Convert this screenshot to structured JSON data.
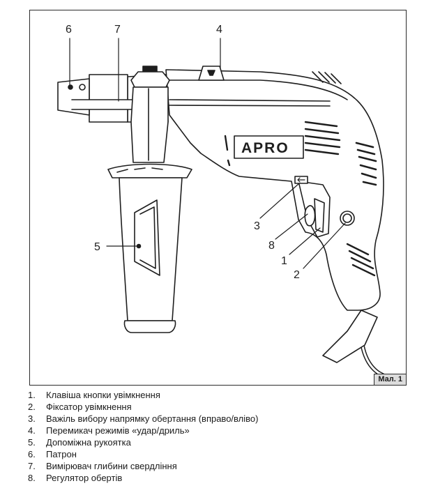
{
  "figure": {
    "caption": "Мал. 1",
    "brand": "APRO",
    "callouts": [
      "6",
      "7",
      "4",
      "3",
      "8",
      "1",
      "2",
      "5"
    ]
  },
  "legend": [
    {
      "num": "1.",
      "text": "Клавіша кнопки увімкнення"
    },
    {
      "num": "2.",
      "text": "Фіксатор увімкнення"
    },
    {
      "num": "3.",
      "text": "Важіль вибору напрямку обертання (вправо/вліво)"
    },
    {
      "num": "4.",
      "text": "Перемикач режимів «удар/дриль»"
    },
    {
      "num": "5.",
      "text": "Допоміжна рукоятка"
    },
    {
      "num": "6.",
      "text": "Патрон"
    },
    {
      "num": "7.",
      "text": "Вимірювач глибини свердління"
    },
    {
      "num": "8.",
      "text": "Регулятор обертів"
    }
  ],
  "colors": {
    "line": "#1e1e1e",
    "fill": "#ffffff",
    "caption_bg": "#dcdcdc"
  }
}
